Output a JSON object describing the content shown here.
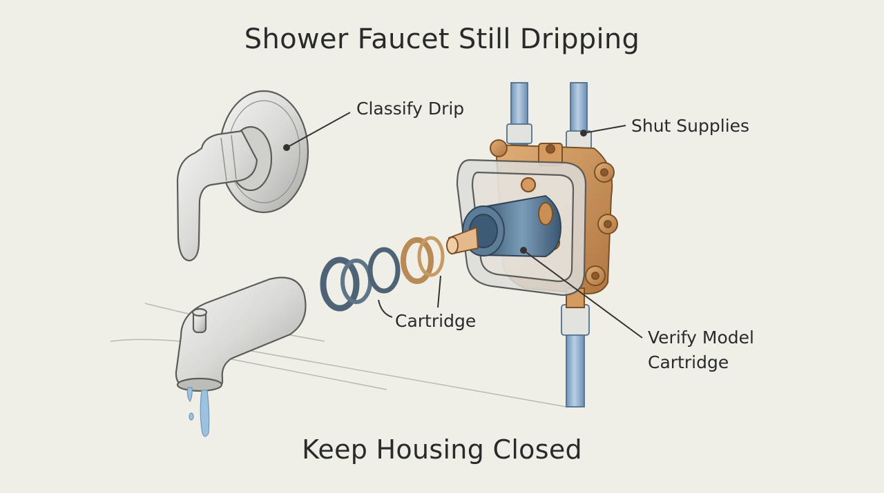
{
  "title": "Shower Faucet Still Dripping",
  "footer": "Keep Housing Closed",
  "callouts": {
    "classify": "Classify Drip",
    "shut": "Shut Supplies",
    "cartridge": "Cartridge",
    "verify_line1": "Verify Model",
    "verify_line2": "Cartridge"
  },
  "colors": {
    "background": "#efefe8",
    "chrome": "#d8d8d6",
    "brass": "#c98f55",
    "pipe_blue": "#8fb0cf",
    "seal_dark": "#5c6f80",
    "water": "#9cc2e0"
  },
  "icons": [
    "lever-handle-icon",
    "tub-spout-icon",
    "water-drip-icon",
    "valve-body-icon",
    "cartridge-icon",
    "o-ring-icon"
  ]
}
